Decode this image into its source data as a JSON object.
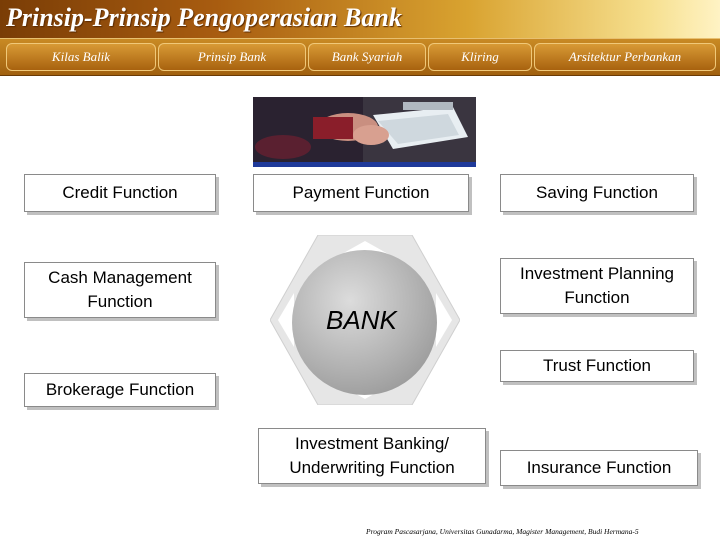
{
  "header": {
    "title": "Prinsip-Prinsip Pengoperasian Bank"
  },
  "nav": {
    "tabs": [
      {
        "label": "Kilas Balik"
      },
      {
        "label": "Prinsip Bank"
      },
      {
        "label": "Bank Syariah"
      },
      {
        "label": "Kliring"
      },
      {
        "label": "Arsitektur Perbankan"
      }
    ]
  },
  "diagram": {
    "center_label": "BANK",
    "functions": {
      "credit": "Credit Function",
      "payment": "Payment Function",
      "saving": "Saving Function",
      "cash_management": "Cash Management Function",
      "investment_planning": "Investment Planning Function",
      "trust": "Trust Function",
      "brokerage": "Brokerage Function",
      "investment_banking": "Investment Banking/ Underwriting Function",
      "insurance": "Insurance Function"
    }
  },
  "footer": {
    "text": "Program Pascasarjana, Universitas Gunadarma, Magister Management, Budi Hermana-5"
  },
  "colors": {
    "title_gradient_dark": "#7a3d06",
    "title_gradient_light": "#fff3c4",
    "nav_bg": "#a0600f",
    "center_circle": "#b0b0b0"
  }
}
